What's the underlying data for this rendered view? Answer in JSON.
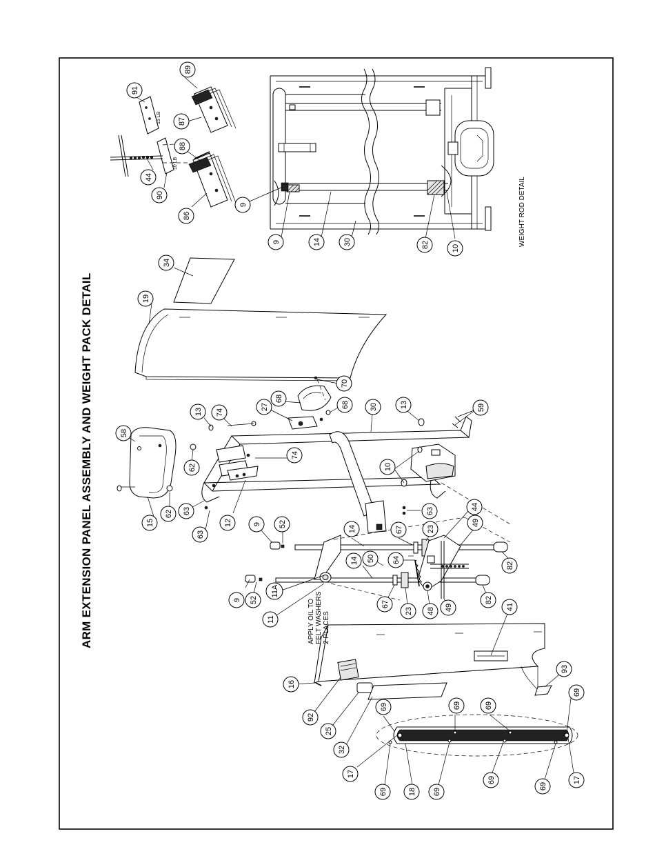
{
  "title": "ARM EXTENSION PANEL ASSEMBLY AND WEIGHT PACK DETAIL",
  "detail_title": "WEIGHT ROD DETAIL",
  "note_lines": [
    "APPLY OIL TO",
    "FELT WASHERS",
    "2 PLACES"
  ],
  "weight_labels": [
    "15 LB",
    "10 LB"
  ],
  "callouts": [
    {
      "id": "c89",
      "label": "89"
    },
    {
      "id": "c91",
      "label": "91"
    },
    {
      "id": "c87",
      "label": "87"
    },
    {
      "id": "c88",
      "label": "88"
    },
    {
      "id": "c44a",
      "label": "44"
    },
    {
      "id": "c90",
      "label": "90"
    },
    {
      "id": "c86",
      "label": "86"
    },
    {
      "id": "c9a",
      "label": "9"
    },
    {
      "id": "c9b",
      "label": "9"
    },
    {
      "id": "c14a",
      "label": "14"
    },
    {
      "id": "c30a",
      "label": "30"
    },
    {
      "id": "c82a",
      "label": "82"
    },
    {
      "id": "c10a",
      "label": "10"
    },
    {
      "id": "c34",
      "label": "34"
    },
    {
      "id": "c19",
      "label": "19"
    },
    {
      "id": "c70",
      "label": "70"
    },
    {
      "id": "c68a",
      "label": "68"
    },
    {
      "id": "c27",
      "label": "27"
    },
    {
      "id": "c68b",
      "label": "68"
    },
    {
      "id": "c30b",
      "label": "30"
    },
    {
      "id": "c13a",
      "label": "13"
    },
    {
      "id": "c74a",
      "label": "74"
    },
    {
      "id": "c13b",
      "label": "13"
    },
    {
      "id": "c59",
      "label": "59"
    },
    {
      "id": "c58",
      "label": "58"
    },
    {
      "id": "c62a",
      "label": "62"
    },
    {
      "id": "c74b",
      "label": "74"
    },
    {
      "id": "c10b",
      "label": "10"
    },
    {
      "id": "c63a",
      "label": "63"
    },
    {
      "id": "c62b",
      "label": "62"
    },
    {
      "id": "c15",
      "label": "15"
    },
    {
      "id": "c63b",
      "label": "63"
    },
    {
      "id": "c12",
      "label": "12"
    },
    {
      "id": "c63c",
      "label": "63"
    },
    {
      "id": "c44b",
      "label": "44"
    },
    {
      "id": "c9c",
      "label": "9"
    },
    {
      "id": "c52a",
      "label": "52"
    },
    {
      "id": "c14b",
      "label": "14"
    },
    {
      "id": "c67a",
      "label": "67"
    },
    {
      "id": "c23a",
      "label": "23"
    },
    {
      "id": "c49a",
      "label": "49"
    },
    {
      "id": "c50",
      "label": "50"
    },
    {
      "id": "c64",
      "label": "64"
    },
    {
      "id": "c14c",
      "label": "14"
    },
    {
      "id": "c82b",
      "label": "82"
    },
    {
      "id": "c9d",
      "label": "9"
    },
    {
      "id": "c11A",
      "label": "11A"
    },
    {
      "id": "c52b",
      "label": "52"
    },
    {
      "id": "c11",
      "label": "11"
    },
    {
      "id": "c67b",
      "label": "67"
    },
    {
      "id": "c23b",
      "label": "23"
    },
    {
      "id": "c48",
      "label": "48"
    },
    {
      "id": "c49b",
      "label": "49"
    },
    {
      "id": "c82c",
      "label": "82"
    },
    {
      "id": "c41",
      "label": "41"
    },
    {
      "id": "c16",
      "label": "16"
    },
    {
      "id": "c93",
      "label": "93"
    },
    {
      "id": "c92",
      "label": "92"
    },
    {
      "id": "c25",
      "label": "25"
    },
    {
      "id": "c32",
      "label": "32"
    },
    {
      "id": "c69a",
      "label": "69"
    },
    {
      "id": "c69b",
      "label": "69"
    },
    {
      "id": "c69c",
      "label": "69"
    },
    {
      "id": "c69d",
      "label": "69"
    },
    {
      "id": "c17a",
      "label": "17"
    },
    {
      "id": "c69e",
      "label": "69"
    },
    {
      "id": "c18",
      "label": "18"
    },
    {
      "id": "c69f",
      "label": "69"
    },
    {
      "id": "c69g",
      "label": "69"
    },
    {
      "id": "c69h",
      "label": "69"
    },
    {
      "id": "c17b",
      "label": "17"
    }
  ]
}
